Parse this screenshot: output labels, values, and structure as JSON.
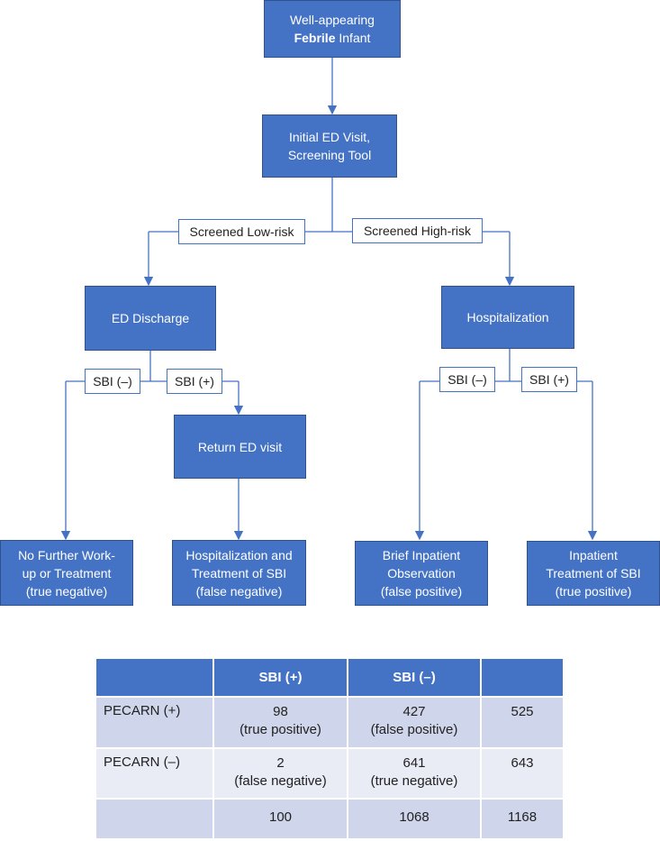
{
  "flow": {
    "root": {
      "line1": "Well-appearing",
      "line2_bold": "Febrile",
      "line2_rest": " Infant"
    },
    "screen": {
      "line1": "Initial ED Visit,",
      "line2": "Screening Tool"
    },
    "low_risk_label": "Screened Low-risk",
    "high_risk_label": "Screened High-risk",
    "discharge": "ED Discharge",
    "hospitalization": "Hospitalization",
    "sbi_neg_left": "SBI (–)",
    "sbi_pos_left": "SBI (+)",
    "sbi_neg_right": "SBI (–)",
    "sbi_pos_right": "SBI (+)",
    "return_visit": "Return ED visit",
    "outcomes": [
      {
        "line1": "No Further Work-",
        "line2": "up or Treatment",
        "line3": "(true negative)"
      },
      {
        "line1": "Hospitalization and",
        "line2": "Treatment of SBI",
        "line3": "(false negative)"
      },
      {
        "line1": "Brief Inpatient",
        "line2": "Observation",
        "line3": "(false positive)"
      },
      {
        "line1": "Inpatient",
        "line2": "Treatment of SBI",
        "line3": "(true positive)"
      }
    ]
  },
  "table": {
    "headers": [
      "",
      "SBI (+)",
      "SBI (–)",
      ""
    ],
    "rows": [
      {
        "label": "PECARN (+)",
        "c1": "98",
        "c1_note": "(true positive)",
        "c2": "427",
        "c2_note": "(false positive)",
        "total": "525"
      },
      {
        "label": "PECARN (–)",
        "c1": "2",
        "c1_note": "(false negative)",
        "c2": "641",
        "c2_note": "(true negative)",
        "total": "643"
      },
      {
        "label": "",
        "c1": "100",
        "c1_note": "",
        "c2": "1068",
        "c2_note": "",
        "total": "1168"
      }
    ]
  },
  "colors": {
    "box_fill": "#4472c4",
    "box_border": "#2f528f",
    "line": "#4472c4",
    "row_dark": "#cfd5ea",
    "row_light": "#e9ebf5"
  }
}
